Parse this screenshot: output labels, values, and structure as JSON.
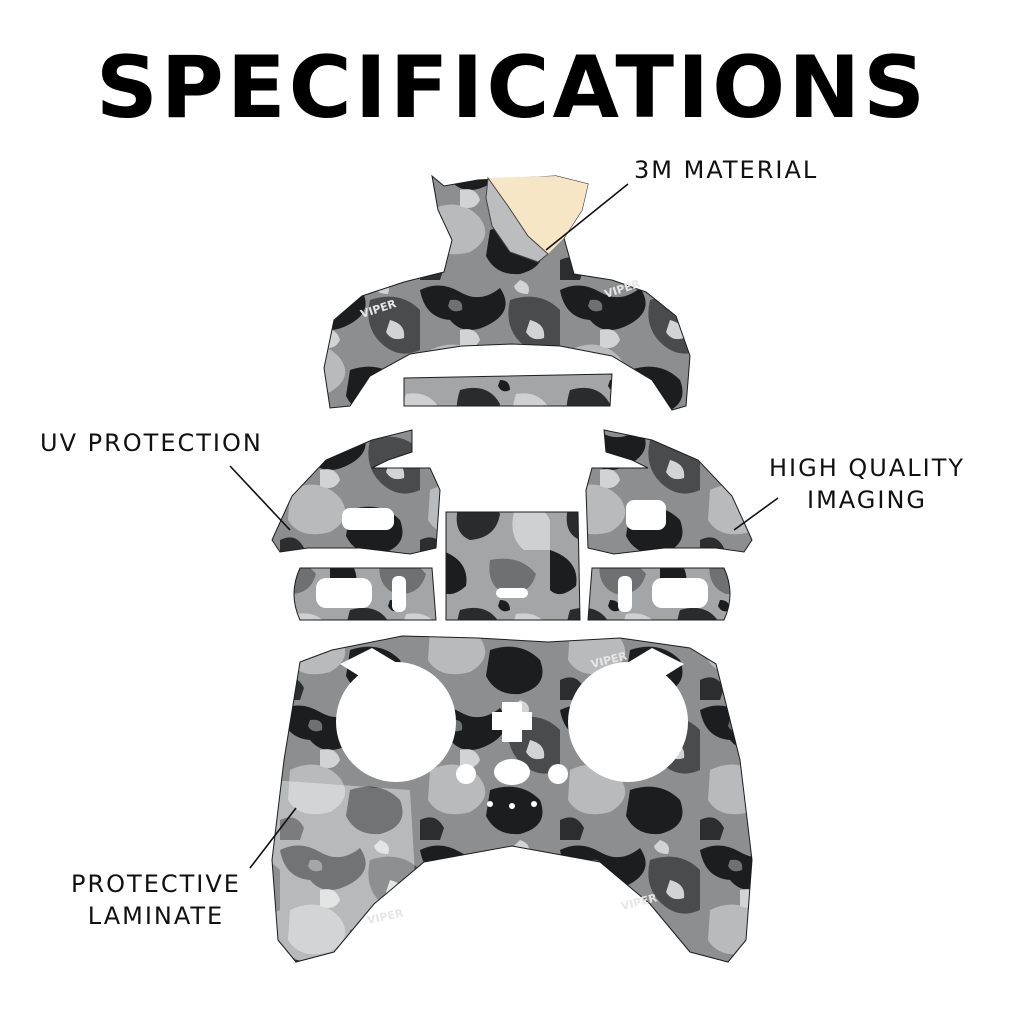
{
  "title": "SPECIFICATIONS",
  "callouts": {
    "material": "3M MATERIAL",
    "uv": "UV PROTECTION",
    "imaging_line1": "HIGH QUALITY",
    "imaging_line2": "IMAGING",
    "laminate_line1": "PROTECTIVE",
    "laminate_line2": "LAMINATE"
  },
  "brand_marks": [
    "VIPER",
    "VIPER",
    "VIPER",
    "VIPER",
    "VIPER"
  ],
  "colors": {
    "camo_dark": "#1c1d1f",
    "camo_mid": "#6f7072",
    "camo_light": "#a9aaac",
    "camo_pale": "#d2d3d4",
    "backing_paper": "#f7e6c6",
    "text": "#111111"
  }
}
